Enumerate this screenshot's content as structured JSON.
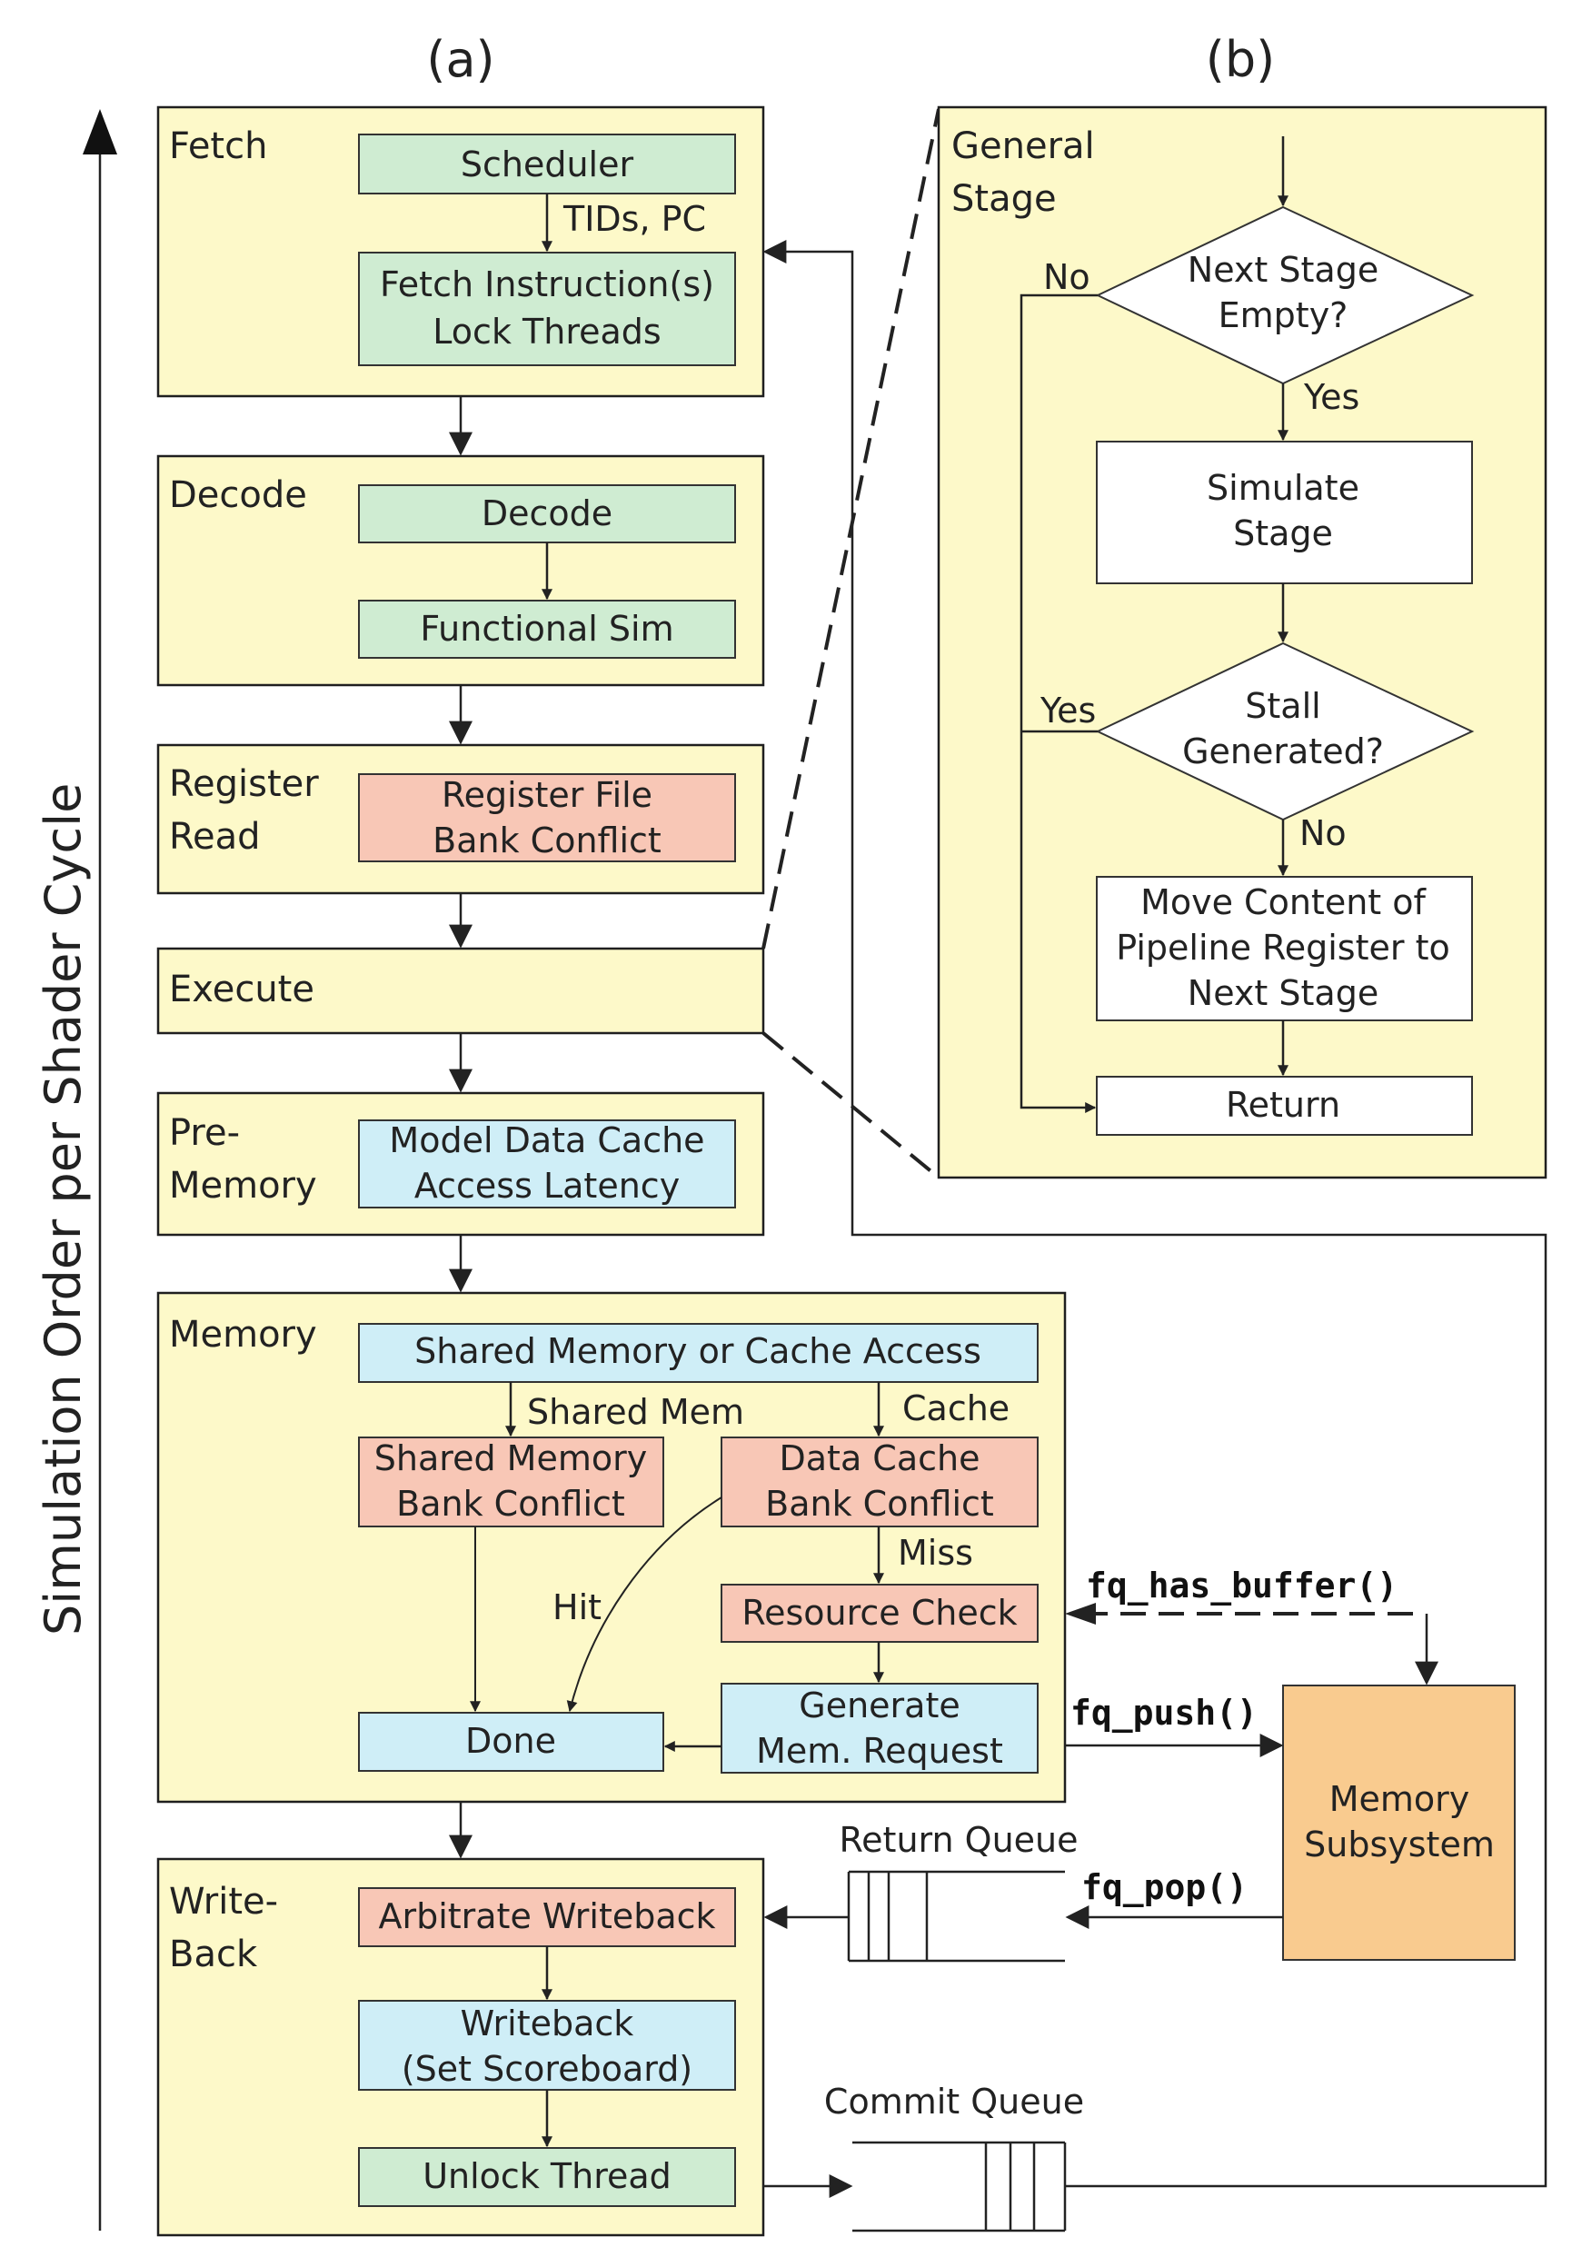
{
  "panel_a": {
    "label": "(a)",
    "fetch": {
      "title": "Fetch",
      "scheduler": "Scheduler",
      "tids_pc": "TIDs, PC",
      "fetch_line1": "Fetch Instruction(s)",
      "fetch_line2": "Lock Threads"
    },
    "decode": {
      "title": "Decode",
      "decode_box": "Decode",
      "functional_sim": "Functional Sim"
    },
    "register_read": {
      "title_line1": "Register",
      "title_line2": "Read",
      "box_line1": "Register File",
      "box_line2": "Bank Conflict"
    },
    "execute": {
      "title": "Execute"
    },
    "pre_memory": {
      "title_line1": "Pre-",
      "title_line2": "Memory",
      "box_line1": "Model Data Cache",
      "box_line2": "Access Latency"
    },
    "memory": {
      "title": "Memory",
      "access": "Shared Memory or Cache Access",
      "shared_mem_label": "Shared Mem",
      "cache_label": "Cache",
      "shared_bank_line1": "Shared Memory",
      "shared_bank_line2": "Bank Conflict",
      "data_bank_line1": "Data Cache",
      "data_bank_line2": "Bank Conflict",
      "miss_label": "Miss",
      "hit_label": "Hit",
      "resource_check": "Resource Check",
      "done": "Done",
      "generate_line1": "Generate",
      "generate_line2": "Mem. Request"
    },
    "writeback": {
      "title_line1": "Write-",
      "title_line2": "Back",
      "arbitrate": "Arbitrate Writeback",
      "wb_line1": "Writeback",
      "wb_line2": "(Set Scoreboard)",
      "unlock": "Unlock Thread"
    }
  },
  "axis_label": "Simulation Order per Shader Cycle",
  "panel_b": {
    "label": "(b)",
    "title_line1": "General",
    "title_line2": "Stage",
    "decision1_line1": "Next Stage",
    "decision1_line2": "Empty?",
    "no_label": "No",
    "yes_label": "Yes",
    "simulate_line1": "Simulate",
    "simulate_line2": "Stage",
    "decision2_line1": "Stall",
    "decision2_line2": "Generated?",
    "yes2_label": "Yes",
    "no2_label": "No",
    "move_line1": "Move Content of",
    "move_line2": "Pipeline Register to",
    "move_line3": "Next Stage",
    "return_box": "Return"
  },
  "interface": {
    "fq_has_buffer": "fq_has_buffer()",
    "fq_push": "fq_push()",
    "fq_pop": "fq_pop()",
    "memory_subsystem_line1": "Memory",
    "memory_subsystem_line2": "Subsystem",
    "return_queue": "Return Queue",
    "commit_queue": "Commit Queue"
  }
}
